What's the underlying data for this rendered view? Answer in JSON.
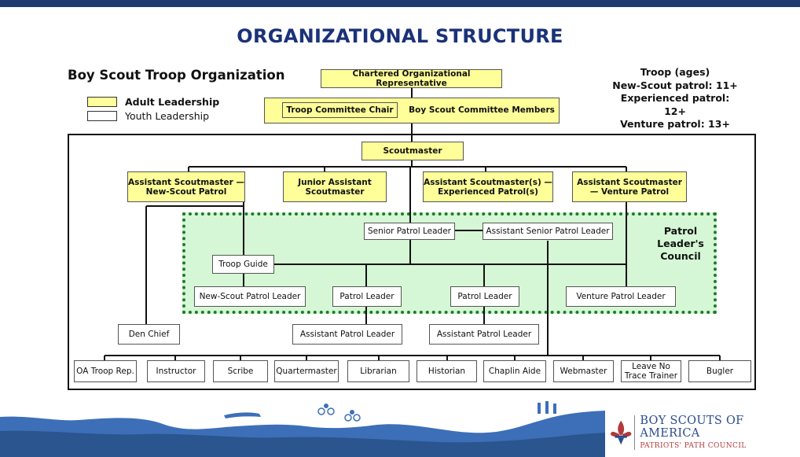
{
  "title": "ORGANIZATIONAL STRUCTURE",
  "subtitle": "Boy Scout Troop Organization",
  "legend": {
    "adult": "Adult Leadership",
    "youth": "Youth Leadership"
  },
  "ages": {
    "heading": "Troop (ages)",
    "new_scout": "New-Scout patrol: 11+",
    "experienced": "Experienced patrol: 12+",
    "venture": "Venture patrol: 13+"
  },
  "nodes": {
    "cor": "Chartered Organizational Representative",
    "committee_chair": "Troop Committee Chair",
    "committee_members": "Boy Scout Committee Members",
    "scoutmaster": "Scoutmaster",
    "asm_new_scout": "Assistant Scoutmaster — New-Scout Patrol",
    "junior_asm": "Junior Assistant Scoutmaster",
    "asm_experienced": "Assistant Scoutmaster(s) — Experienced Patrol(s)",
    "asm_venture": "Assistant Scoutmaster — Venture Patrol",
    "spl": "Senior Patrol Leader",
    "aspl": "Assistant Senior Patrol Leader",
    "council": "Patrol Leader's Council",
    "troop_guide": "Troop Guide",
    "new_scout_pl": "New-Scout Patrol Leader",
    "patrol_leader_1": "Patrol Leader",
    "patrol_leader_2": "Patrol Leader",
    "venture_pl": "Venture Patrol Leader",
    "den_chief": "Den Chief",
    "apl_1": "Assistant Patrol Leader",
    "apl_2": "Assistant Patrol Leader"
  },
  "bottom_row": [
    "OA Troop Rep.",
    "Instructor",
    "Scribe",
    "Quartermaster",
    "Librarian",
    "Historian",
    "Chaplin Aide",
    "Webmaster",
    "Leave No Trace Trainer",
    "Bugler"
  ],
  "footer": {
    "org": "BOY SCOUTS OF AMERICA",
    "council": "PATRIOTS' PATH COUNCIL"
  },
  "colors": {
    "adult": "#ffff99",
    "council_bg": "#d5f7d5",
    "council_border": "#1f7a2c",
    "title": "#1a3278",
    "landscape": "#3d6fb8"
  }
}
